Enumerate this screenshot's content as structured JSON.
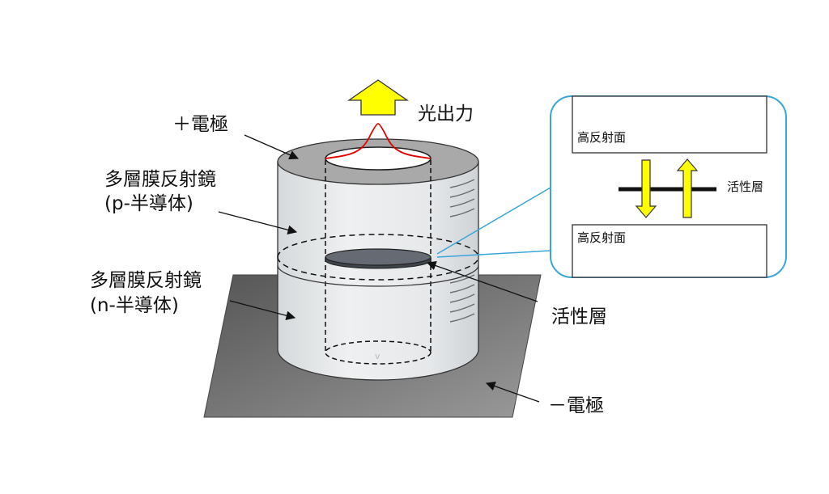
{
  "labels": {
    "light_output": "光出力",
    "plus_electrode": "＋電極",
    "dbr_p_line1": "多層膜反射鏡",
    "dbr_p_line2": "(p-半導体)",
    "dbr_n_line1": "多層膜反射鏡",
    "dbr_n_line2": "(n-半導体)",
    "active_layer": "活性層",
    "minus_electrode": "－電極"
  },
  "inset": {
    "top_mirror": "高反射面",
    "bottom_mirror": "高反射面",
    "active_layer": "活性層"
  },
  "colors": {
    "arrow_fill": "#ffff00",
    "arrow_stroke": "#333333",
    "beam_profile": "#e00000",
    "inset_border": "#3aa6d8",
    "substrate": "#707070",
    "electrode_ring": "#a9a9a9",
    "active_disk": "#666b73"
  }
}
